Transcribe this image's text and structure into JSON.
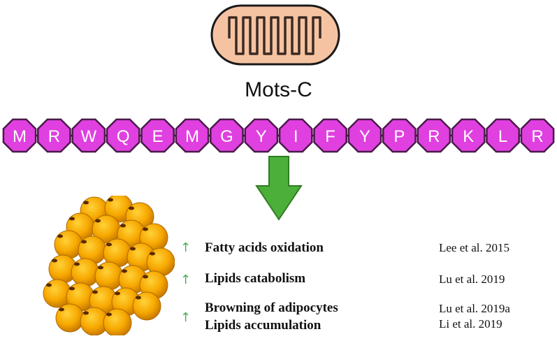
{
  "title": "Mots-C",
  "sequence": [
    "M",
    "R",
    "W",
    "Q",
    "E",
    "M",
    "G",
    "Y",
    "I",
    "F",
    "Y",
    "P",
    "R",
    "K",
    "L",
    "R"
  ],
  "colors": {
    "bead_fill": "#e040e0",
    "bead_stroke": "#4a1a4a",
    "mito_fill": "#f6c3a2",
    "mito_stroke": "#1a1a1a",
    "arrow_fill": "#4caf3a",
    "fat_fill": "#f7a800",
    "up_arrow": "#4caf50"
  },
  "icons": {
    "mitochondrion": "mitochondrion-icon",
    "down_arrow": "down-arrow-icon",
    "adipocytes": "adipocyte-cluster-icon",
    "up_arrow": "up-arrow-icon"
  },
  "effects": [
    {
      "arrow": "↑",
      "label": "Fatty acids oxidation",
      "ref": "Lee et al. 2015"
    },
    {
      "arrow": "↑",
      "label": "Lipids catabolism",
      "ref": "Lu et al. 2019"
    },
    {
      "arrow": "↑",
      "label": "Browning of adipocytes",
      "ref": "Lu et al. 2019a"
    },
    {
      "arrow": "",
      "label": "Lipids accumulation",
      "ref": "Li et al. 2019"
    }
  ]
}
